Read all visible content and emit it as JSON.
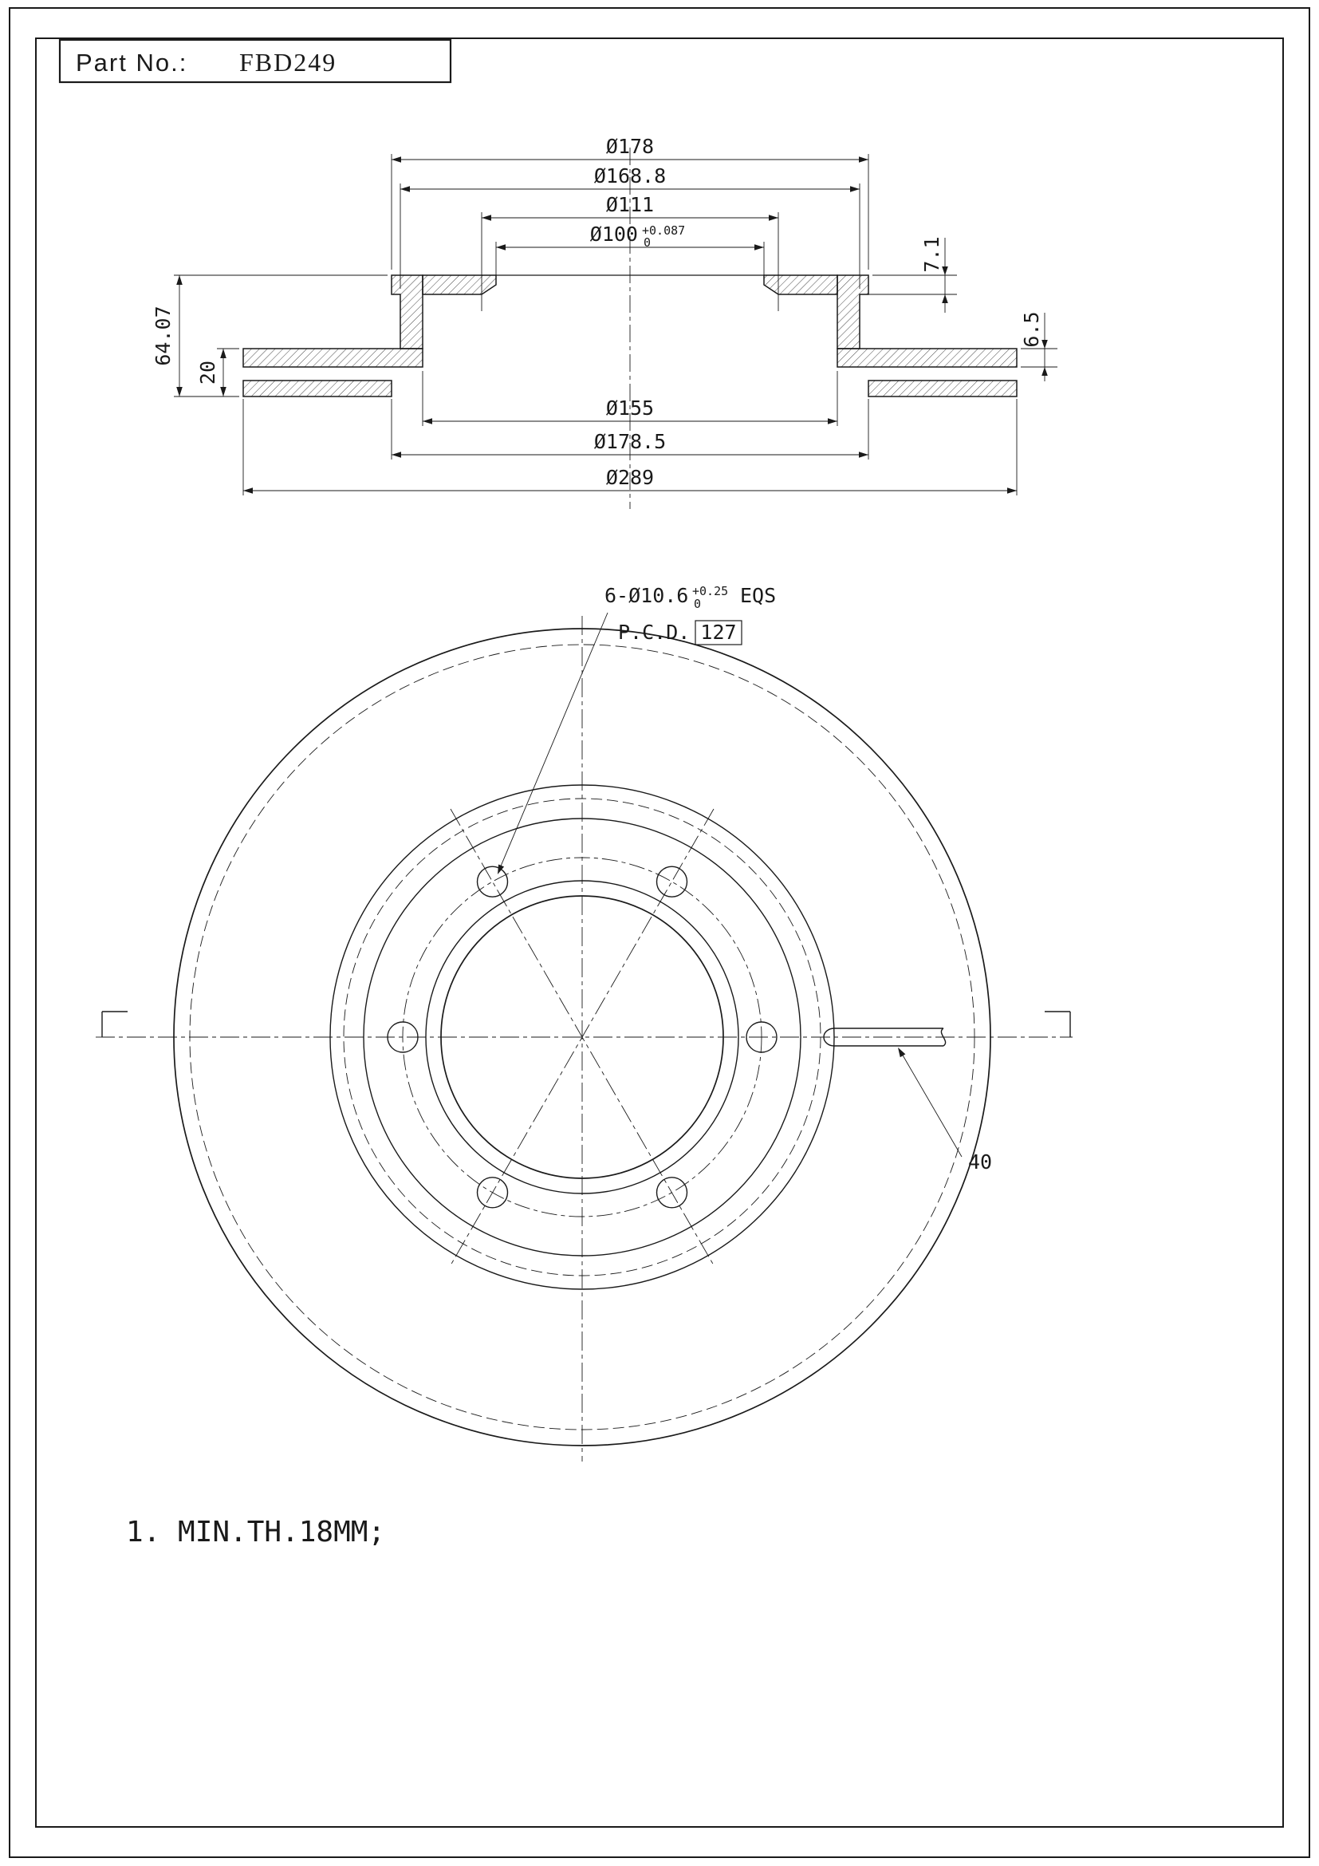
{
  "title_block": {
    "label": "Part No.:",
    "value": "FBD249"
  },
  "section": {
    "dia_178": "Ø178",
    "dia_168_8": "Ø168.8",
    "dia_111": "Ø111",
    "dia_100_base": "Ø100",
    "dia_100_tol_upper": "+0.087",
    "dia_100_tol_lower": "0",
    "thk_7_1": "7.1",
    "thk_6_5": "6.5",
    "ht_64_07": "64.07",
    "thk_20": "20",
    "dia_155": "Ø155",
    "dia_178_5": "Ø178.5",
    "dia_289": "Ø289"
  },
  "front": {
    "holes_prefix": "6-Ø10.6",
    "holes_tol_upper": "+0.25",
    "holes_tol_lower": "0",
    "holes_suffix": "EQS",
    "pcd_label": "P.C.D.",
    "pcd_value": "127",
    "vane_note": "40"
  },
  "notes_1": "1. MIN.TH.18MM;"
}
